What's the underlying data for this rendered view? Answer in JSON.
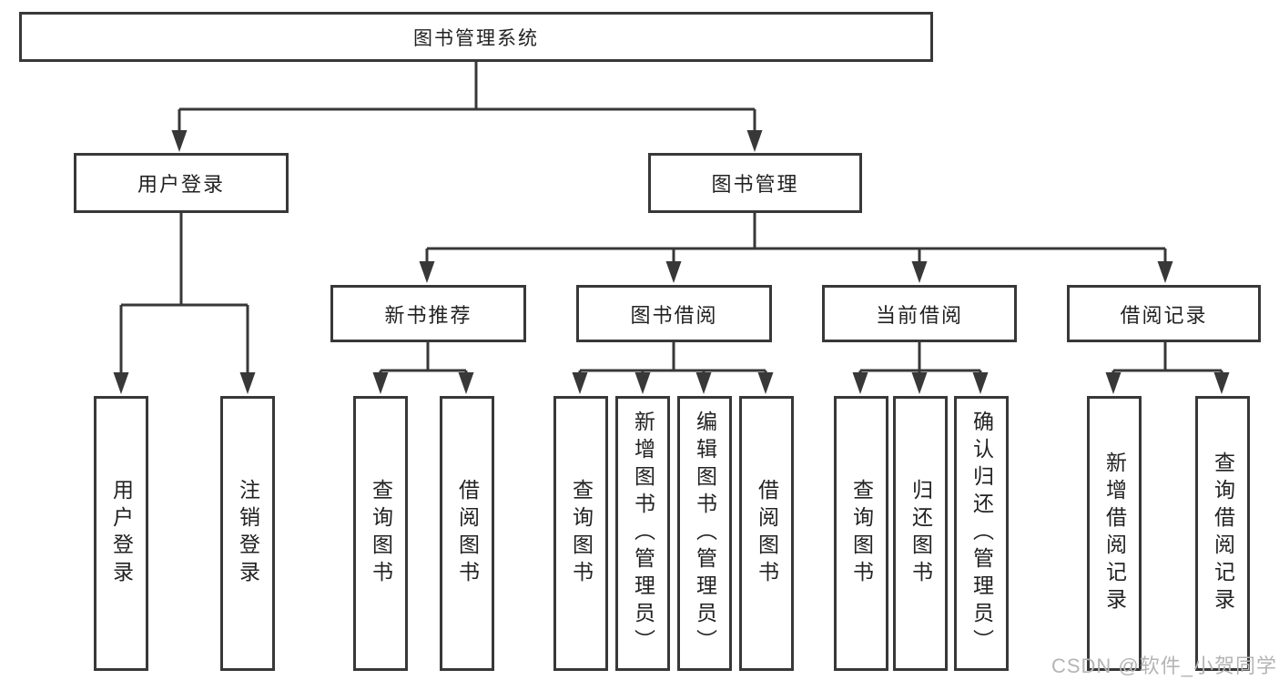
{
  "diagram": {
    "root": {
      "label": "图书管理系统"
    },
    "branches": [
      {
        "label": "用户登录",
        "children": [
          {
            "label": "用户登录"
          },
          {
            "label": "注销登录"
          }
        ]
      },
      {
        "label": "图书管理",
        "children": [
          {
            "label": "新书推荐",
            "children": [
              {
                "label": "查询图书"
              },
              {
                "label": "借阅图书"
              }
            ]
          },
          {
            "label": "图书借阅",
            "children": [
              {
                "label": "查询图书"
              },
              {
                "label": "新增图书（管理员）"
              },
              {
                "label": "编辑图书（管理员）"
              },
              {
                "label": "借阅图书"
              }
            ]
          },
          {
            "label": "当前借阅",
            "children": [
              {
                "label": "查询图书"
              },
              {
                "label": "归还图书"
              },
              {
                "label": "确认归还（管理员）"
              }
            ]
          },
          {
            "label": "借阅记录",
            "children": [
              {
                "label": "新增借阅记录"
              },
              {
                "label": "查询借阅记录"
              }
            ]
          }
        ]
      }
    ]
  },
  "watermark": {
    "text": "CSDN @软件_小贺同学"
  },
  "colors": {
    "line": "#383838",
    "text": "#222222",
    "background": "#ffffff",
    "watermark": "#b4b4b4"
  }
}
